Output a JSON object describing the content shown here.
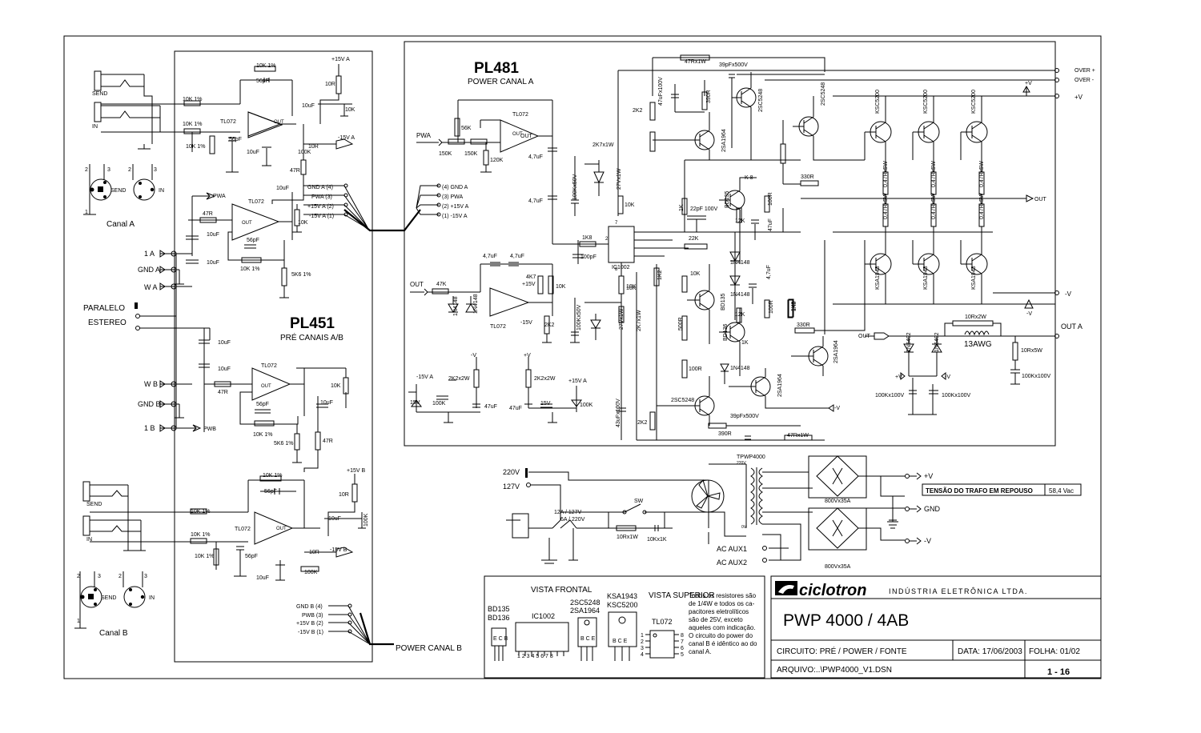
{
  "blocks": {
    "pl451": {
      "title": "PL451",
      "subtitle": "PRÉ CANAIS A/B"
    },
    "pl481": {
      "title": "PL481",
      "subtitle": "POWER CANAL A"
    },
    "power_b": "POWER CANAL B"
  },
  "inputs": {
    "send": "SEND",
    "in": "IN",
    "send_b": "SEND",
    "in_b": "IN",
    "canal_a": "Canal A",
    "canal_b": "Canal B",
    "paralelo": "PARALELO",
    "estereo": "ESTEREO"
  },
  "terminals_left": [
    "1 A",
    "GND A",
    "W A",
    "W B",
    "GND B",
    "1 B"
  ],
  "connectors": {
    "a": [
      "GND A (4)",
      "PWA (3)",
      "+15V A (2)",
      "-15V A (1)"
    ],
    "a_in": [
      "(4) GND A",
      "(3) PWA",
      "(2) +15V A",
      "(1) -15V A"
    ],
    "b": [
      "GND B (4)",
      "PWB (3)",
      "+15V B (2)",
      "-15V B (1)"
    ]
  },
  "pre": {
    "top": [
      "10K 1%",
      "56pF",
      "10K 1%",
      "10K 1%",
      "TL072",
      "56pF",
      "10K 1%",
      "+15V A",
      "10R",
      "10uF",
      "10uF",
      "10K",
      "100K",
      "10R",
      "-15V A",
      "47R",
      "10uF"
    ],
    "mid": [
      "PWA",
      "TL072",
      "47R",
      "10uF",
      "56pF",
      "10uF",
      "10K 1%",
      "10K",
      "5K6 1%"
    ],
    "midb": [
      "10uF",
      "10uF",
      "TL072",
      "47R",
      "56pF",
      "10uF",
      "10K",
      "10K 1%",
      "5K6 1%",
      "PWB",
      "47R"
    ],
    "bot": [
      "10K 1%",
      "56pF",
      "10K 1%",
      "10K 1%",
      "TL072",
      "56pF",
      "10K 1%",
      "+15V B",
      "10R",
      "10uF",
      "10uF",
      "100K",
      "10R",
      "-15V B",
      "100K"
    ]
  },
  "power": {
    "labels": [
      "PWA",
      "150K",
      "150K",
      "56K",
      "120K",
      "TL072",
      "OUT",
      "4,7uF",
      "4,7uF",
      "47Rx1W",
      "39pFx500V",
      "2K2",
      "2K7x1W",
      "47uFx100V",
      "390R",
      "2SC5248",
      "2SA1964",
      "100Kx50V",
      "27Vx1W",
      "10K",
      "1K8",
      "100pF",
      "IC1002",
      "10K",
      "22pF 100V",
      "1K",
      "BD135",
      "12K",
      "100R",
      "47uF",
      "22K",
      "1N4148",
      "1N4148",
      "10K",
      "BD135",
      "500R",
      "BD136",
      "12K",
      "100R",
      "1K8",
      "4,7uF",
      "4,7uF",
      "4K7",
      "47K",
      "+15V",
      "-15V",
      "TL072",
      "10K",
      "2K2",
      "100Kx50V",
      "27Vx1W",
      "10K",
      "2K7x1W",
      "OUT",
      "1N4148",
      "1N4148",
      "-V",
      "2K2x2W",
      "-15V A",
      "15V",
      "100K",
      "47uF",
      "+V",
      "2K2x2W",
      "+15V A",
      "47uF",
      "15V",
      "100K",
      "1K2",
      "2K2",
      "43uFx100V",
      "100R",
      "2SC5248",
      "390R",
      "39pFx500V",
      "47Rx1W",
      "1N4148",
      "2SA1964",
      "10K",
      "330R",
      "1K8",
      "330R",
      "2SA1964",
      "OUT",
      "10K",
      "1K",
      "K 8"
    ],
    "outputs": [
      "KSC5200",
      "KSC5200",
      "KSC5200",
      "0,47Rx5W",
      "0,47Rx5W",
      "0,47Rx5W",
      "0,47Rx5W",
      "0,47Rx5W",
      "0,47Rx5W",
      "KSA1943",
      "KSA1943",
      "KSA1943"
    ],
    "rails": {
      "over_p": "OVER +",
      "over_m": "OVER -",
      "pv": "+V",
      "pv2": "+V",
      "out": "OUT",
      "mv": "-V",
      "mv2": "-V",
      "out_a": "OUT A",
      "v_neg_bottom": "-V"
    },
    "zobel": [
      "10Rx2W",
      "13AWG",
      "10Rx5W",
      "100Kx100V",
      "1N5402",
      "1N5402",
      "+V",
      "-V",
      "100Kx100V",
      "100Kx100V"
    ]
  },
  "psu": {
    "v220": "220V",
    "v127": "127V",
    "fuse": "12A / 127V",
    "fuse2": "6A / 220V",
    "sw": "SW",
    "r": "10Rx1W",
    "c": "10Kx1K",
    "trafo": "TPWP4000",
    "t220": "220V",
    "t0": "0V",
    "pv": "+V",
    "gnd": "GND",
    "mv": "-V",
    "bridge1": "800Vx35A",
    "bridge2": "800Vx35A",
    "aux1": "AC AUX1",
    "aux2": "AC AUX2",
    "tensao_label": "TENSÃO DO TRAFO EM REPOUSO",
    "tensao_value": "58,4 Vac"
  },
  "pinout": {
    "vista_frontal": "VISTA FRONTAL",
    "vista_superior": "VISTA SUPERIOR",
    "bd135": "BD135",
    "bd136": "BD136",
    "ecb": "E C B",
    "ic1002": "IC1002",
    "ic_pins": "1 2 3 4 5 6 7 8",
    "sc5248": "2SC5248",
    "sa1964": "2SA1964",
    "bce": "B C E",
    "ksa": "KSA1943",
    "ksc": "KSC5200",
    "bce2": "B C E",
    "tl072": "TL072",
    "note": [
      "Todos os resistores são",
      "de 1/4W e  todos os ca-",
      "pacitores eletrolíticos",
      "são  de  25V,  exceto",
      "aqueles com indicação.",
      "O circuito do power do",
      "canal B é idêntico ao do",
      "canal A."
    ]
  },
  "title_block": {
    "brand": "ciclotron",
    "company": "INDÚSTRIA  ELETRÔNICA  LTDA.",
    "model": "PWP 4000 / 4AB",
    "circuito": "CIRCUITO: PRÉ / POWER / FONTE",
    "data": "DATA: 17/06/2003",
    "folha": "FOLHA: 01/02",
    "arquivo": "ARQUIVO:..\\PWP4000_V1.DSN",
    "page": "1 - 16"
  },
  "colors": {
    "ink": "#000000",
    "paper": "#ffffff"
  }
}
